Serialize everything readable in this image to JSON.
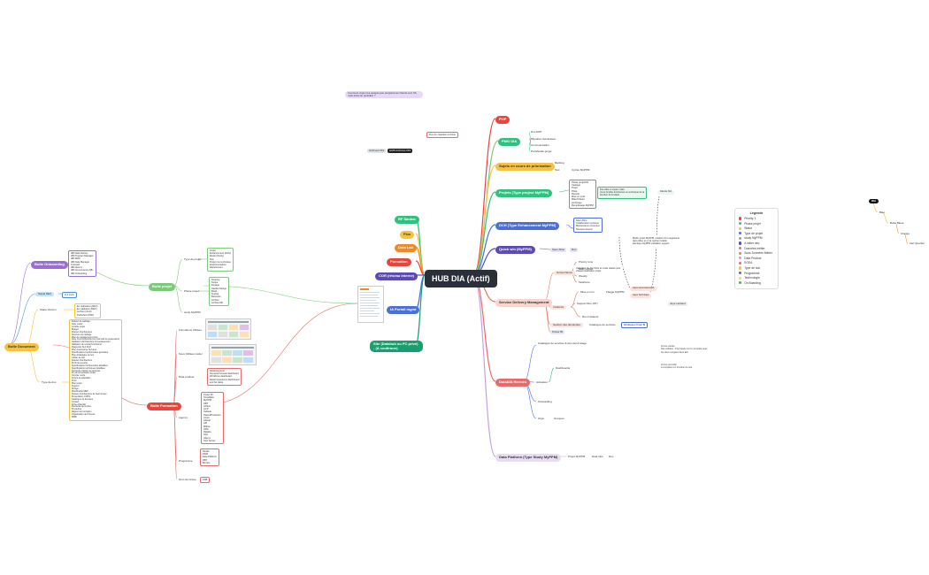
{
  "root": {
    "label": "HUB DIA (Actif)"
  },
  "right_branches": [
    {
      "id": "pop",
      "label": "POP",
      "color": "#e8453c"
    },
    {
      "id": "pmo",
      "label": "PMO DIA",
      "color": "#7dc97b",
      "children": [
        "Doc DPP",
        "Migration Générateur",
        "Communication",
        "Portefeuille projet"
      ]
    },
    {
      "id": "sujets",
      "label": "Sujets en cours de priorisation",
      "color": "#f5c242",
      "children": [
        "Backlog",
        "Test",
        "Cycles MyPPM"
      ]
    },
    {
      "id": "projets",
      "label": "Projets (Type project MyPPM)",
      "color": "#2ec27e",
      "children": [
        "Phase projet/CR",
        "Cadrage",
        "Projet",
        "Pilote",
        "Recette",
        "Mise en prod",
        "Bilan/Clôture",
        "Archivage",
        "Remplissage MyPPM"
      ]
    },
    {
      "id": "dch",
      "label": "DCH (Type Enhancement MyPPM)",
      "color": "#4a6fd8",
      "children": [
        "Spec Allou",
        "Collaboration continue",
        "Maintenance corrective",
        "Nouveau besoin"
      ]
    },
    {
      "id": "quick",
      "label": "Quick win (MyPPM)",
      "color": "#5b4bb3",
      "children": [
        "Spec Allou",
        "Doc"
      ]
    },
    {
      "id": "sdm",
      "label": "Service Delivery Management",
      "color": "#e07a63",
      "children": [
        "Gouvernance",
        "Incidents",
        "Bug",
        "Mise en run",
        "Support Run (RT)",
        "Support RUN",
        "Gestion des demandes",
        "Catalogue de services",
        "Power BI"
      ]
    },
    {
      "id": "dataia",
      "label": "Data&IA Hermès",
      "color": "#e86b6b",
      "children": [
        "Catalogue de services & des cas d'usage",
        "Activation",
        "Dashboards",
        "Onboarding",
        "Orga",
        "Groupes"
      ]
    },
    {
      "id": "dataplat",
      "label": "Data Platform (Type Study MyPPM)",
      "color": "#c9a0dc",
      "children": [
        "Projet MyPPM",
        "Data Ops",
        "Doc"
      ]
    }
  ],
  "left_branches": [
    {
      "id": "rf",
      "label": "RF Santos",
      "color": "#2ec27e"
    },
    {
      "id": "flux",
      "label": "Flux",
      "color": "#f5c242"
    },
    {
      "id": "datalab",
      "label": "Data Lab",
      "color": "#f08a24"
    },
    {
      "id": "formation",
      "label": "Formation",
      "color": "#e8453c"
    },
    {
      "id": "cor",
      "label": "COR (réseau interne)",
      "color": "#5b4bb3"
    },
    {
      "id": "portail",
      "label": "IA Portail mgmt",
      "color": "#4a6fd8"
    },
    {
      "id": "site",
      "label": "Site (Datahub ou PC privé) - (À confirmer)",
      "color": "#1a9e6b"
    }
  ],
  "archives": {
    "left": "Archives DIA",
    "right": "HUB Archives DIA"
  },
  "flux_migration": "Flux de migration et droits",
  "question": "Comment migrer les équipes que programmes Clients vers l'IA mais aussi au quotidien ?",
  "left_tree": {
    "boite_onboarding": "Boîte Onboarding",
    "onboarding_items": "IdB Data Factory\nIdB Program Manager\nIdB SDM\nIdB Data Manager\nOnboard\nIdB New IA\nIdB Gouvernance DB\nIdB Onboarding",
    "suite_dev": "Suivie DEV",
    "suite_dev_child": "N-1 Livré",
    "boite_document": "Boîte Document",
    "statut_version": "Statut Version",
    "statut_items": "En réalisation (DEV)\nEn validation (DEV)\nArchivé (OLD)\nPublished (PDF)",
    "type_doc": "Type de doc",
    "type_doc_items": "Dossier de cadrage\nNote métier\nLivrable projet\nBudget\nDossier d'architecture\nStructure du cadrage\nPlan de management projet\nNote Cost Ownership (ou coût total de possession)\nValidation d'architecture d'investissement\nValidation de contrat fonctionnel\nDiagnostic SLA SLM\nPlan d'assurance Services\nSpécifications fonctionnelles générales\nPlan stratégique de test\nCahier de test\nDossier d'architecture\nProfil de sécurité\nSpécifications fonctionnelles détaillées\nSpécifications techniques détaillées\nDemande d'action de données\nFin de présentation projet\nCompte rendu\nFiches d'exploitation\nPoint\nPlan projet\nSupport\nAbrégé\nPlanification MEP\nDossier d'architecture de haut niveau\nPrésentation COPIL\nCatalogue de données\nContact\nFiche d'identité\nDemande de service\nProcédure\nRapport de formation\nOrganisation de Process\nMMB",
    "boite_projet": "Boîte projet",
    "type_projet": "Type de projet",
    "type_projet_items": "Projet\nEnhancement (DCH)\nEtude (Study)\nRun\nProjet non technique\nExpérimentation\nDéploiement",
    "phase_projet": "Phase projet",
    "phase_projet_items": "Scoping\nScope\nEngage\nHandle Design\nBuild\nTesting\nBusiness\nArchive\nArchivé MF",
    "study": "study MyPPM",
    "boite_formation": "Boîte Formation",
    "formation_tabs": [
      "Formations Ciblées",
      "Sous Ciblées métier",
      "Data product",
      "Agency",
      "Programme",
      "Nom de Créée"
    ],
    "data_product_items": "Retail Explorer\nDemand forecast dashboard\nWorkforce dashboard\nRetail Operations Dashboard\nand So pilote",
    "agency_items": "Power BI\nSnowflake\nMyPPM\nDBT\nAirflow\nGCP\nTableau\nTalend/Productor\nAzure\nGitHub\nAPI\nMlflow\nJIRA\nDataiku\nSQL\nAlteryx\nSQL Server",
    "programme_items": "DevEx\nDDM\nData Platform\nDBT\nMLOps",
    "nom_items": "SNB"
  },
  "right_notes": {
    "dch_note": "Doc Allou à copier coller\nvia le livrable fonctionnel ou technique de la\nfonction Formulaire",
    "planning": "Modif, projet MyPPM, création d'un organisme\ndans Allou et en la reprise livrable\nidentique MyPPM validation support",
    "quick_note": "Utilisation du doc DCH et mode réalisé pour\nchaque réalisation projet",
    "sdm_note": "Jupe Hottand",
    "data_note": "Forme carrée\nDes cellules : Pop basée sur le rempilée avec\nles deux rangées dans Edi",
    "data_note2": "Forme arrondie\nà completer en fonction du site",
    "decision": "Décide DIA",
    "gouvernance": [
      "Priority runs",
      "Daily review",
      "Weekly",
      "Taskforce"
    ],
    "incidents": [
      "Mise en run",
      "Support Run (RT)",
      "Run Incidents"
    ],
    "runmix": "Flagge MyPPM",
    "app": [
      "Apps GovernanceDA",
      "Apps Technique"
    ],
    "support_bi": "Workspace Power BI"
  },
  "legend": {
    "title": "Légende",
    "items": [
      {
        "label": "Priority 1",
        "color": "#e8453c"
      },
      {
        "label": "Phase projet",
        "color": "#2ec27e"
      },
      {
        "label": "Statut",
        "color": "#f5c242"
      },
      {
        "label": "Type de projet",
        "color": "#4a6fd8"
      },
      {
        "label": "study MyPPM",
        "color": "#9aa0a6"
      },
      {
        "label": "A initier dev.",
        "color": "#5b4bb3"
      },
      {
        "label": "Données métier",
        "color": "#e07a63"
      },
      {
        "label": "Sous Données Métier",
        "color": "#f08a24"
      },
      {
        "label": "Data Product",
        "color": "#c9a0dc"
      },
      {
        "label": "EGEA",
        "color": "#e86b6b"
      },
      {
        "label": "Type de doc",
        "color": "#f5c242"
      },
      {
        "label": "Programme",
        "color": "#7c4dff"
      },
      {
        "label": "Technologie",
        "color": "#ffd54f"
      },
      {
        "label": "On Boarding",
        "color": "#4caf50"
      }
    ]
  },
  "top_right": {
    "root": "DIA",
    "c1": "Bleu",
    "c2": "Boîte Bleue",
    "c3": "Orange",
    "c4": "Vert Quartier"
  },
  "colors": {
    "bg": "#ffffff",
    "root": "#2b2f3a"
  }
}
